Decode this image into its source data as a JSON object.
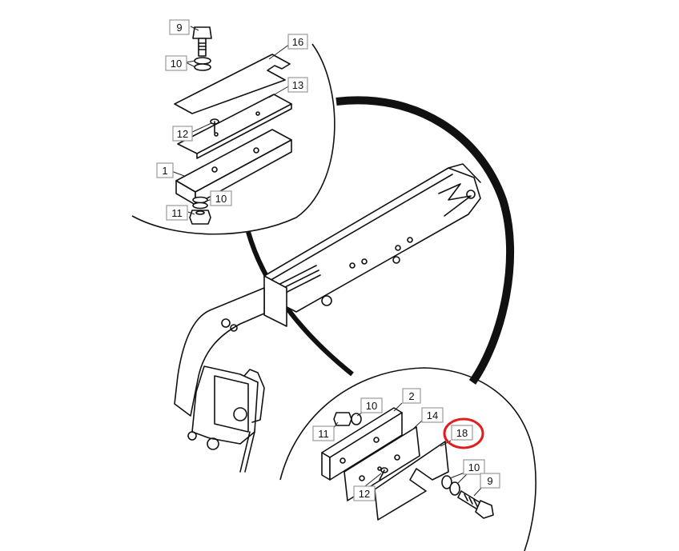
{
  "diagram": {
    "callouts_top_detail": [
      {
        "key": "top-9",
        "text": "9"
      },
      {
        "key": "top-10a",
        "text": "10"
      },
      {
        "key": "top-16",
        "text": "16"
      },
      {
        "key": "top-13",
        "text": "13"
      },
      {
        "key": "top-12",
        "text": "12"
      },
      {
        "key": "top-1",
        "text": "1"
      },
      {
        "key": "top-10b",
        "text": "10"
      },
      {
        "key": "top-11",
        "text": "11"
      }
    ],
    "callouts_bottom_detail": [
      {
        "key": "bot-10a",
        "text": "10"
      },
      {
        "key": "bot-2",
        "text": "2"
      },
      {
        "key": "bot-11",
        "text": "11"
      },
      {
        "key": "bot-14",
        "text": "14"
      },
      {
        "key": "bot-18",
        "text": "18"
      },
      {
        "key": "bot-10b",
        "text": "10"
      },
      {
        "key": "bot-9",
        "text": "9"
      },
      {
        "key": "bot-12",
        "text": "12"
      }
    ],
    "highlight": {
      "target": "18",
      "color": "#e11d1d"
    },
    "colors": {
      "ink": "#111111",
      "label_border": "#9a9a9a",
      "background": "#ffffff"
    }
  }
}
